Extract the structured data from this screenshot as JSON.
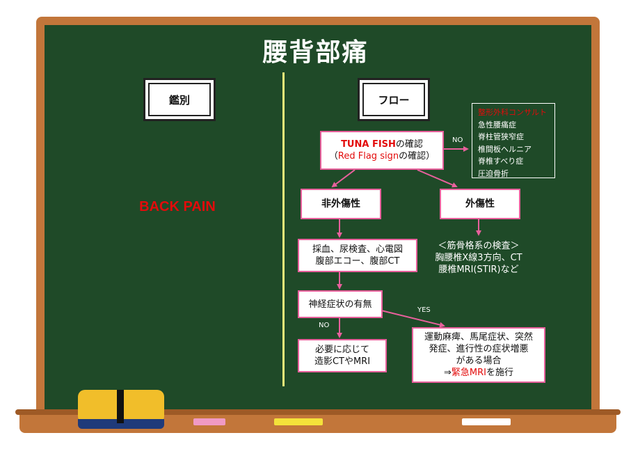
{
  "title": "腰背部痛",
  "left_plaque": "鑑別",
  "right_plaque": "フロー",
  "left_main": "BACK PAIN",
  "flow": {
    "tuna_fish_line1_red": "TUNA FISH",
    "tuna_fish_line1_rest": "の確認",
    "tuna_fish_line2_open": "（",
    "tuna_fish_line2_red": "Red Flag sign",
    "tuna_fish_line2_rest": "の確認）",
    "no_label_1": "NO",
    "consult": {
      "heading": "整形外科コンサルト",
      "items": [
        "急性腰痛症",
        "脊柱管狭窄症",
        "椎間板ヘルニア",
        "脊椎すべり症",
        "圧迫骨折"
      ]
    },
    "non_traumatic": "非外傷性",
    "traumatic": "外傷性",
    "tests_line1": "採血、尿検査、心電図",
    "tests_line2": "腹部エコー、腹部CT",
    "trauma_line1": "＜筋骨格系の検査＞",
    "trauma_line2": "胸腰椎X線3方向、CT",
    "trauma_line3": "腰椎MRI(STIR)など",
    "neuro": "神経症状の有無",
    "no_label_2": "NO",
    "yes_label": "YES",
    "contrast_line1": "必要に応じて",
    "contrast_line2": "造影CTやMRI",
    "urgent_line1": "運動麻痺、馬尾症状、突然",
    "urgent_line2": "発症、進行性の症状増悪",
    "urgent_line3": "がある場合",
    "urgent_line4_pre": "⇒",
    "urgent_line4_red": "緊急MRI",
    "urgent_line4_post": "を施行"
  },
  "colors": {
    "board": "#1f4a28",
    "frame": "#c2763a",
    "arrow": "#e8609c",
    "accent_red": "#e30b0b",
    "chalk_yellow": "#f2ee7a"
  }
}
